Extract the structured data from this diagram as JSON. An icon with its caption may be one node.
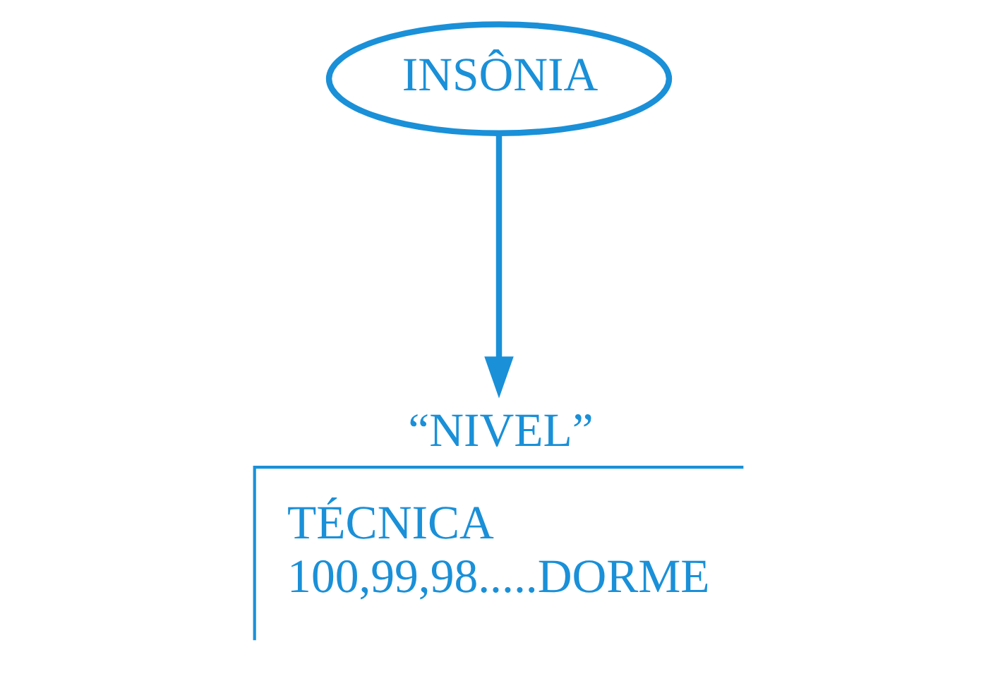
{
  "diagram": {
    "nodes": [
      {
        "text": [
          "INSÔNIA"
        ]
      },
      {
        "text": [
          "“NIVEL”",
          "TÉCNICA",
          "100,99,98.....DORME"
        ]
      }
    ],
    "edges": [
      {
        "from": 0,
        "to": 1,
        "arrow": "to"
      }
    ]
  }
}
